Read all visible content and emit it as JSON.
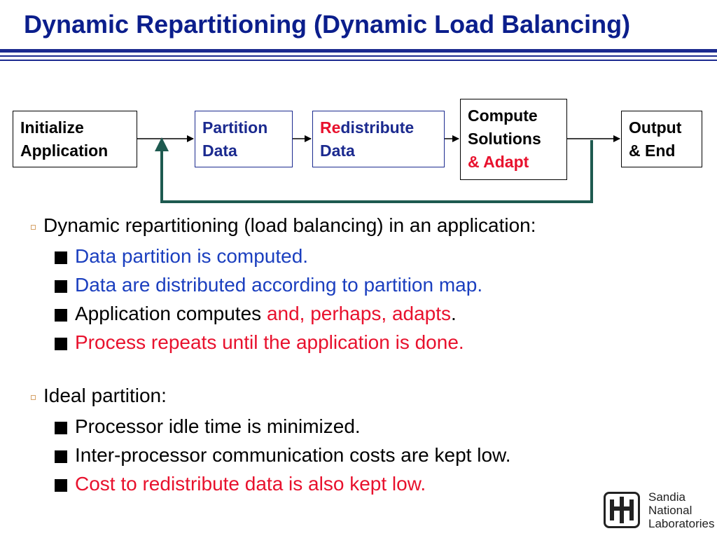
{
  "slide": {
    "title": "Dynamic Repartitioning (Dynamic Load Balancing)"
  },
  "diagram": {
    "initialize": {
      "line1": "Initialize",
      "line2": "Application"
    },
    "partition": {
      "line1": "Partition",
      "line2": "Data"
    },
    "redistribute": {
      "line1_red": "Re",
      "line1_rest": "distribute",
      "line2": "Data"
    },
    "compute": {
      "line1": "Compute",
      "line2": "Solutions",
      "line3": "& Adapt"
    },
    "output": {
      "line1": "Output",
      "line2": "& End"
    }
  },
  "section1": {
    "heading": "Dynamic repartitioning (load balancing) in an application:",
    "items": [
      {
        "text": "Data partition is computed."
      },
      {
        "text": "Data are distributed according to partition map."
      },
      {
        "text_black": "Application computes ",
        "text_red": "and, perhaps, adapts",
        "text_end": "."
      },
      {
        "text": "Process repeats until the application is done."
      }
    ]
  },
  "section2": {
    "heading": "Ideal partition:",
    "items": [
      {
        "text": "Processor idle time is minimized."
      },
      {
        "text": "Inter-processor communication costs are kept low."
      },
      {
        "text": "Cost to redistribute data is also kept low."
      }
    ]
  },
  "logo": {
    "line1": "Sandia",
    "line2": "National",
    "line3": "Laboratories"
  },
  "colors": {
    "title": "#0b1e8c",
    "accent_blue": "#1b3fbf",
    "accent_red": "#e8112d",
    "loop_arrow": "#1e5a50"
  }
}
